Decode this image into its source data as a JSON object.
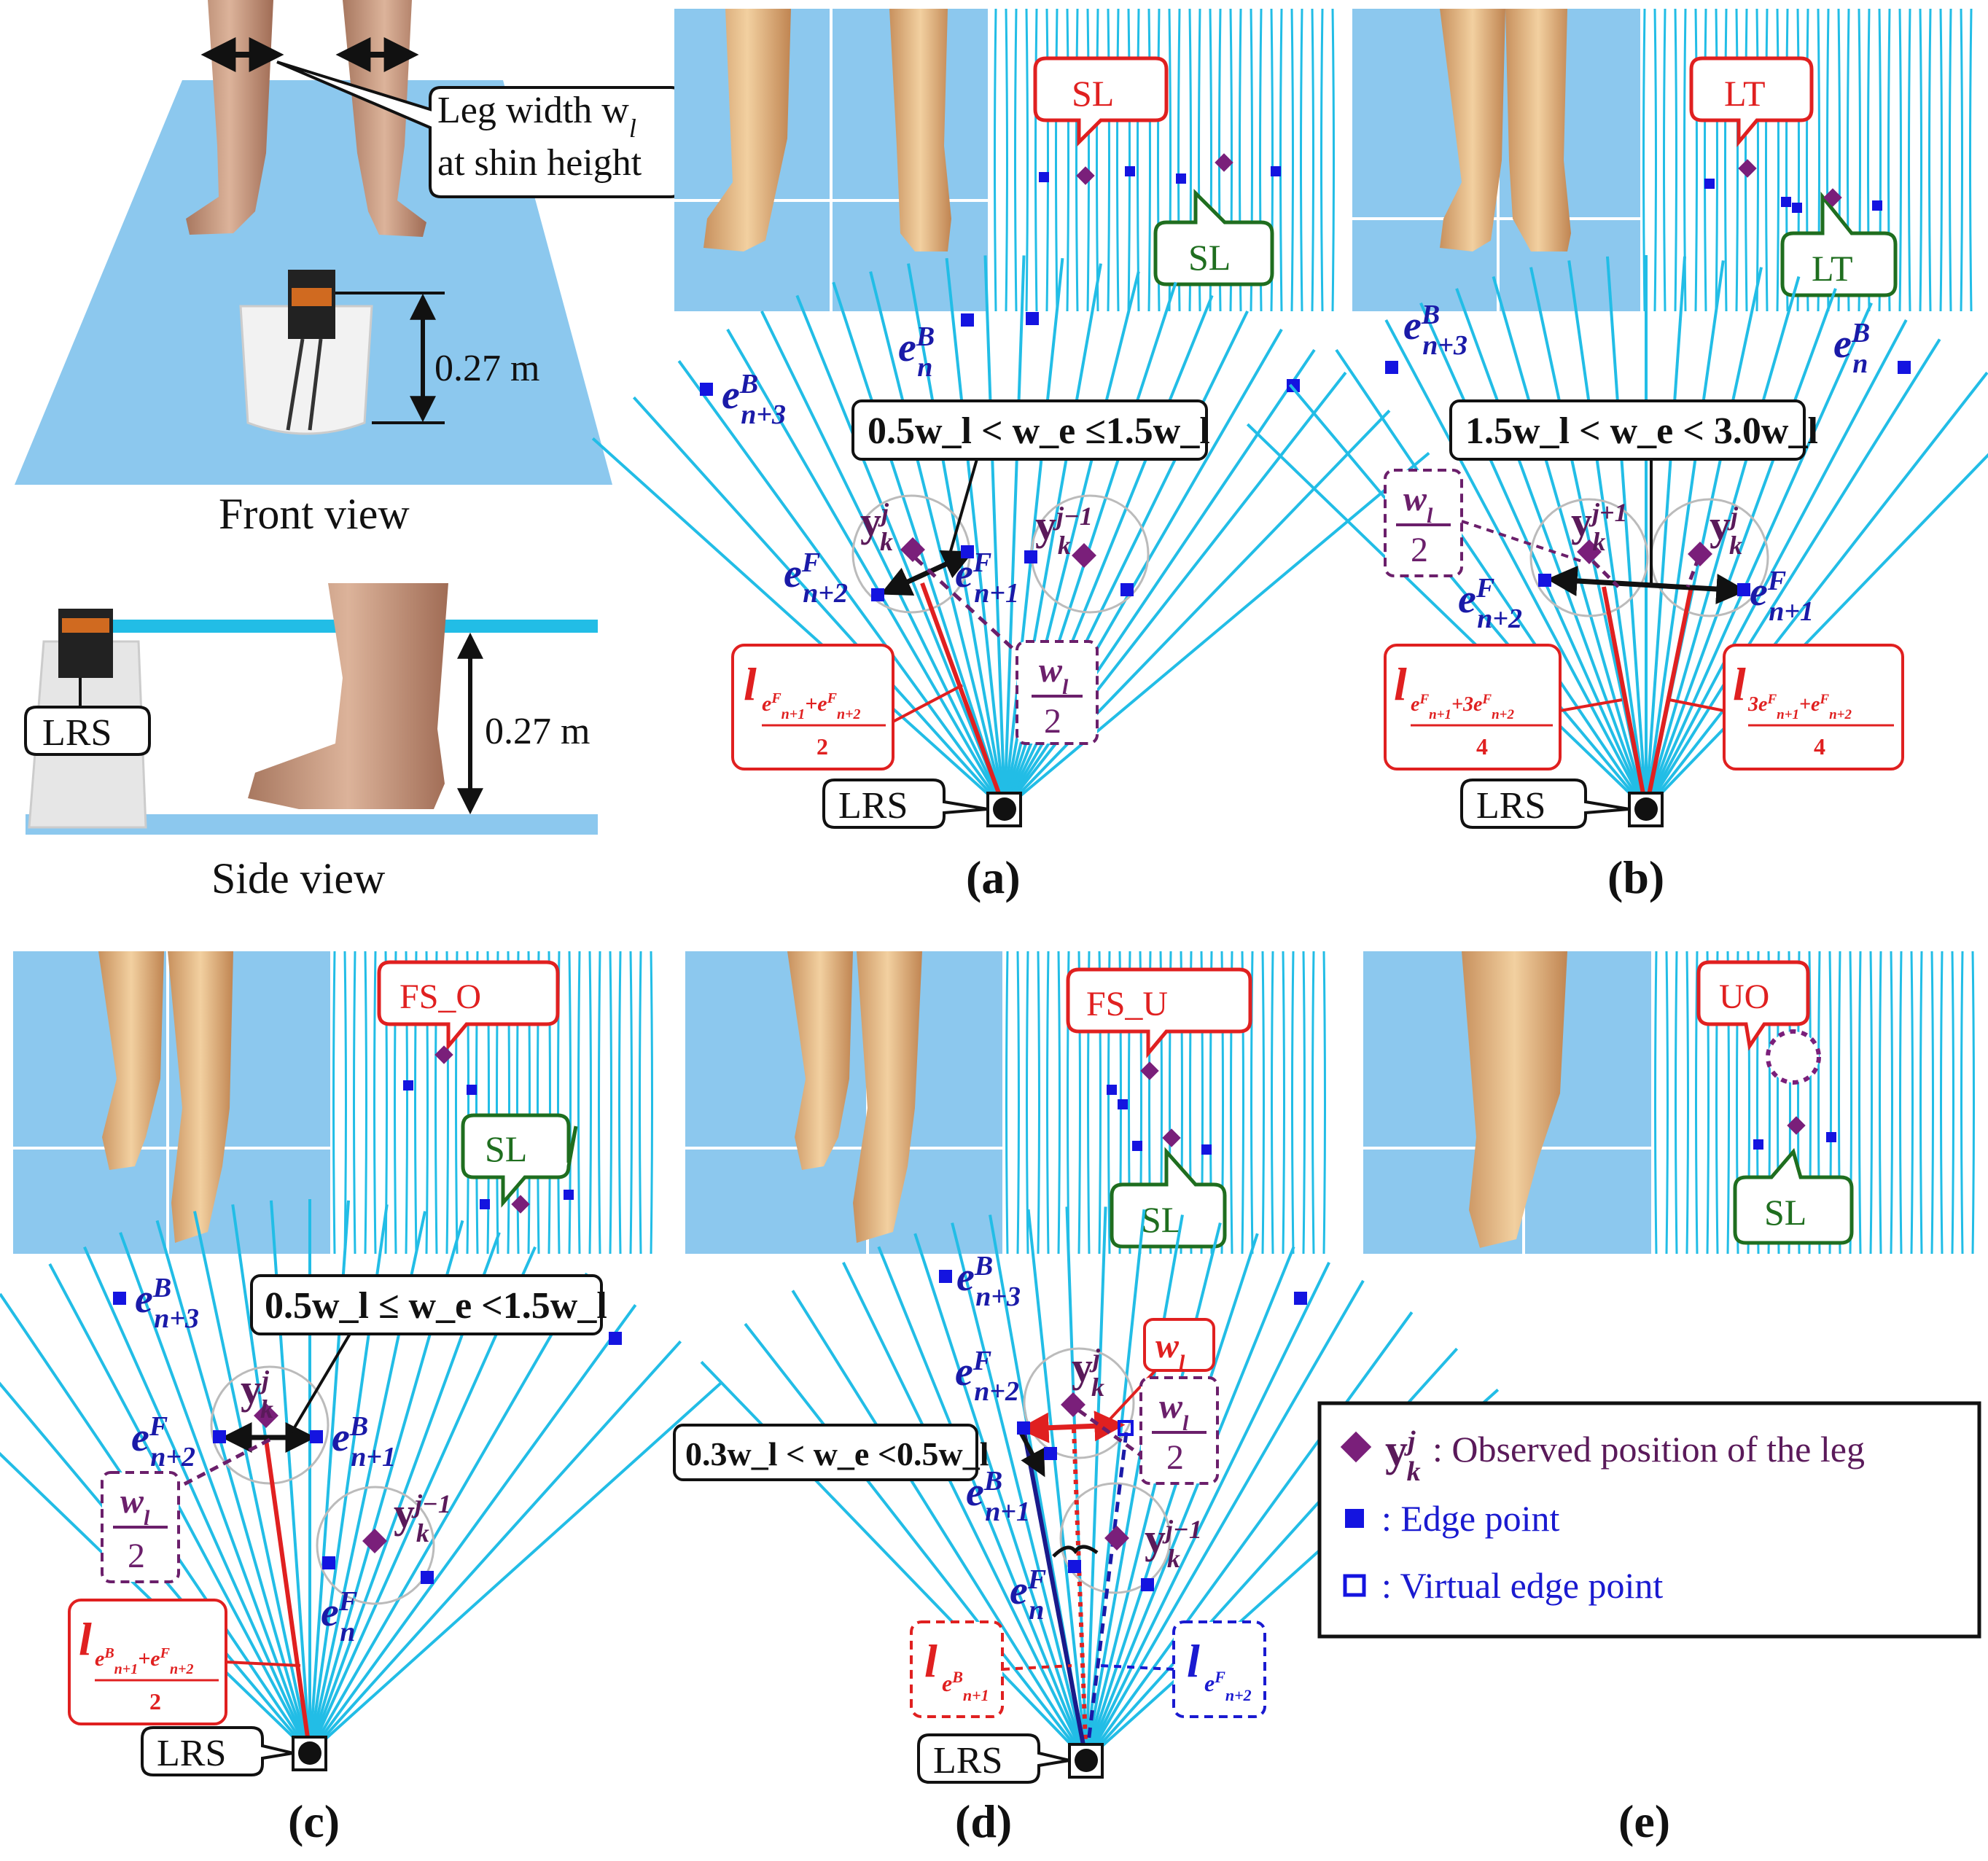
{
  "setup": {
    "front_view": "Front view",
    "side_view": "Side view",
    "leg_width_line1": "Leg width w",
    "leg_width_sub": "l",
    "leg_width_line2": "at shin height",
    "height_front": "0.27 m",
    "height_side": "0.27 m",
    "lrs": "LRS"
  },
  "panels": {
    "a": {
      "caption": "(a)",
      "bubble_red": "SL",
      "bubble_green": "SL",
      "condition": "0.5w_l < w_e ≤1.5w_l",
      "labels": [
        "e^B_n",
        "e^B_{n+3}",
        "e^F_{n+2}",
        "e^F_{n+1}",
        "y^j_k",
        "y^{j−1}_k",
        "w_l/2",
        "l_{(e^F_{n+1}+e^F_{n+2})/2}"
      ],
      "lrs": "LRS"
    },
    "b": {
      "caption": "(b)",
      "bubble_red": "LT",
      "bubble_green": "LT",
      "condition": "1.5w_l < w_e < 3.0w_l",
      "labels": [
        "e^B_{n+3}",
        "e^B_n",
        "e^F_{n+2}",
        "e^F_{n+1}",
        "y^{j+1}_k",
        "y^j_k",
        "w_l/2",
        "l_{(e^F_{n+1}+3e^F_{n+2})/4}",
        "l_{(3e^F_{n+1}+e^F_{n+2})/4}"
      ],
      "lrs": "LRS"
    },
    "c": {
      "caption": "(c)",
      "bubble_red": "FS_O",
      "bubble_green": "SL",
      "condition": "0.5w_l ≤ w_e <1.5w_l",
      "labels": [
        "e^B_{n+3}",
        "e^F_{n+2}",
        "e^B_{n+1}",
        "y^j_k",
        "y^{j−1}_k",
        "e^F_n",
        "w_l/2",
        "l_{(e^B_{n+1}+e^F_{n+2})/2}"
      ],
      "lrs": "LRS"
    },
    "d": {
      "caption": "(d)",
      "bubble_red": "FS_U",
      "bubble_green": "SL",
      "condition": "0.3w_l < w_e <0.5w_l",
      "labels": [
        "e^B_{n+3}",
        "e^F_{n+2}",
        "y^j_k",
        "w_l",
        "w_l/2",
        "e^B_{n+1}",
        "y^{j−1}_k",
        "e^F_n",
        "l_{e^B_{n+1}}",
        "l_{e^F_{n+2}}"
      ],
      "lrs": "LRS"
    },
    "e": {
      "caption": "(e)",
      "bubble_red": "UO",
      "bubble_green": "SL"
    }
  },
  "legend": {
    "observed": ": Observed position of the leg",
    "edge": ": Edge point",
    "virtual": ": Virtual edge point",
    "symbol_y": "y",
    "symbol_sup": "j",
    "symbol_sub": "k"
  },
  "colors": {
    "floor": "#8cc8ee",
    "scan": "#22bde6",
    "edge": "#1414e0",
    "leg_pos": "#7a1f7a",
    "red": "#e02020",
    "green": "#1f6e1f",
    "purple": "#6b1f6b"
  }
}
